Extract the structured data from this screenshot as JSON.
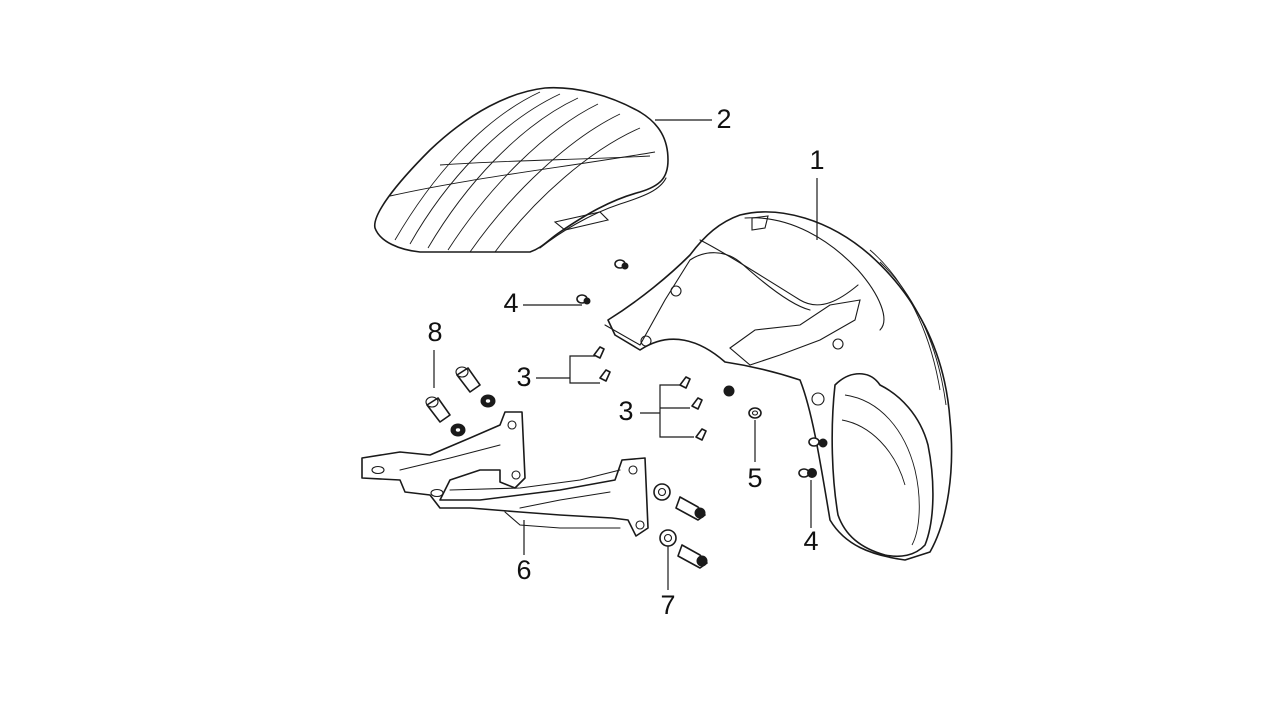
{
  "callouts": {
    "c1": "1",
    "c2": "2",
    "c3a": "3",
    "c3b": "3",
    "c4a": "4",
    "c4b": "4",
    "c5": "5",
    "c6": "6",
    "c7": "7",
    "c8": "8"
  }
}
